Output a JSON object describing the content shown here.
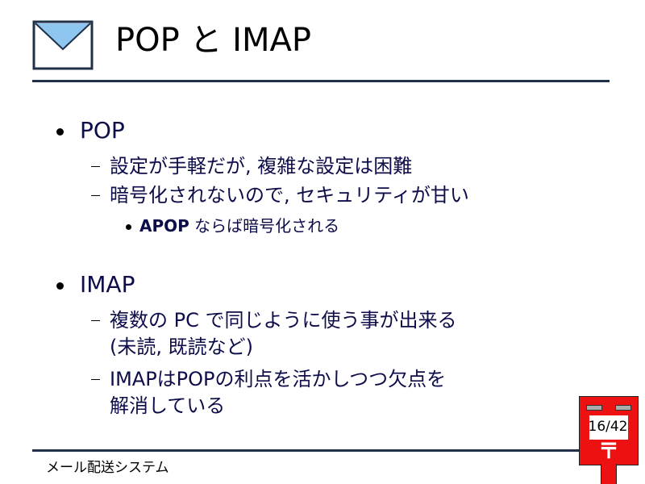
{
  "slide": {
    "title": "POP と IMAP",
    "footer": "メール配送システム",
    "page_number": "16/42",
    "postmark": "〒"
  },
  "bullets": [
    {
      "label": "POP",
      "subitems": [
        "設定が手軽だが, 複雑な設定は困難",
        "暗号化されないので, セキュリティが甘い"
      ],
      "note": {
        "bold": "APOP",
        "rest": " ならば暗号化される"
      }
    },
    {
      "label": "IMAP",
      "subitems": [
        {
          "line1": "複数の PC で同じように使う事が出来る",
          "line2": "(未読, 既読など)"
        },
        {
          "line1": "IMAPはPOPの利点を活かしつつ欠点を",
          "line2": "解消している"
        }
      ]
    }
  ],
  "icons": {
    "title_icon": "envelope-icon",
    "corner_icon": "postbox-icon"
  },
  "colors": {
    "body_text": "#0d0d4a",
    "rule": "#1f3048",
    "postbox": "#ee1111"
  }
}
